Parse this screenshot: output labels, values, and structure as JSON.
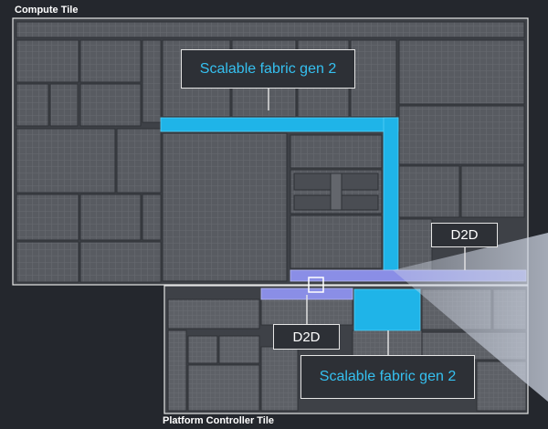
{
  "tiles": {
    "compute_label": "Compute Tile",
    "pcd_label": "Platform Controller Tile"
  },
  "callouts": {
    "fabric_top": "Scalable fabric gen 2",
    "d2d_right": "D2D",
    "d2d_bottom": "D2D",
    "fabric_bottom": "Scalable fabric gen 2"
  },
  "colors": {
    "background": "#24272d",
    "block": "#575a60",
    "fabric_cyan": "#1fb4e8",
    "d2d_purple": "#8a8ee6",
    "outline": "#e6e6e6",
    "callout_text": "#35c0f0"
  }
}
